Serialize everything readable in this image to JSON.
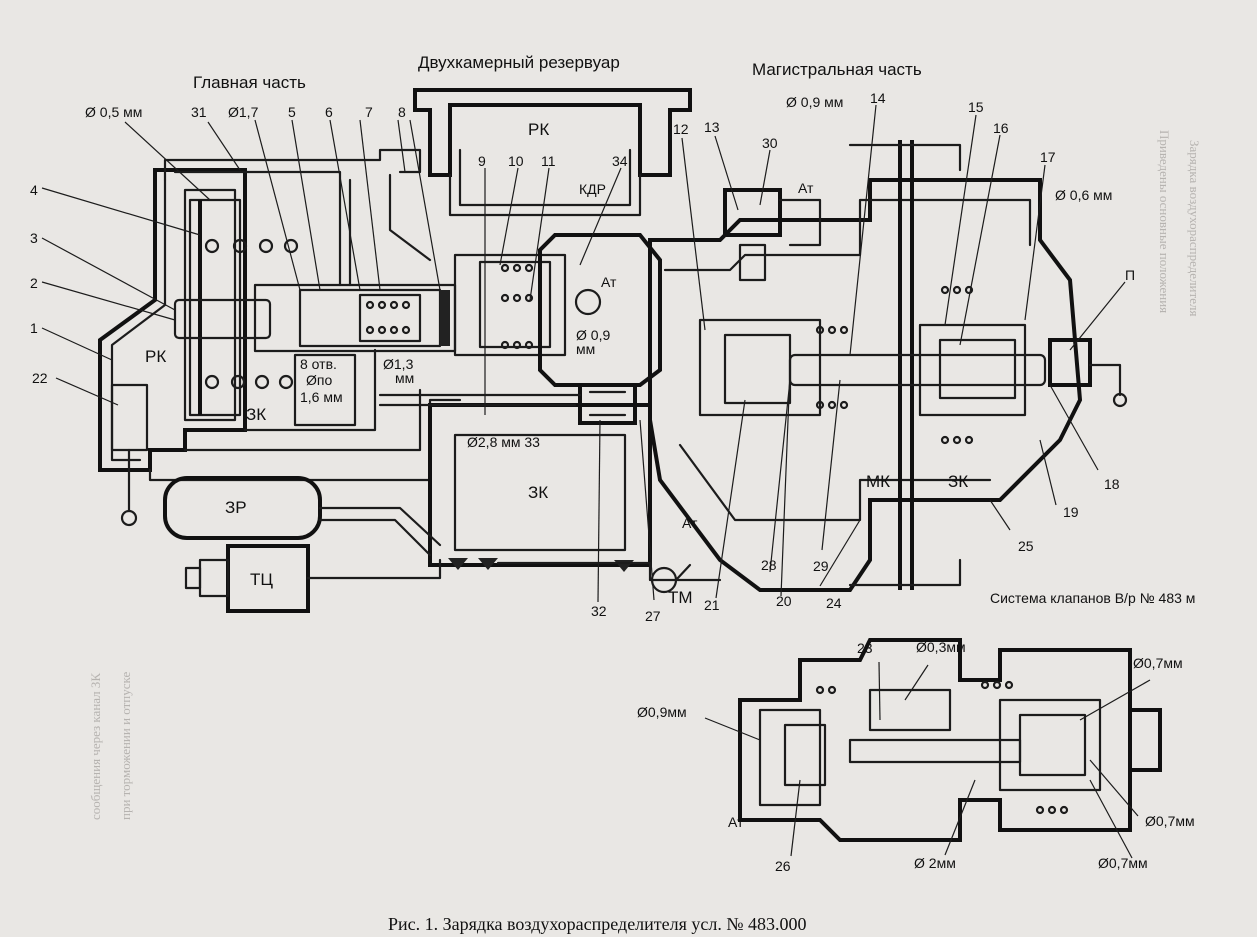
{
  "caption": "Рис. 1. Зарядка воздухораспределителя усл. № 483.000",
  "titles": {
    "main_part": "Главная часть",
    "reservoir": "Двухкамерный резервуар",
    "magistral_part": "Магистральная часть",
    "valve_system": "Система клапанов В/р № 483 м"
  },
  "chambers": {
    "rk_left": "РК",
    "zk_left": "ЗК",
    "rk_top": "РК",
    "kdr": "КДР",
    "zk_center": "ЗК",
    "mk": "МК",
    "zk_right": "ЗК",
    "zr": "ЗР",
    "tc": "ТЦ",
    "tm": "ТМ",
    "at_1": "Ат",
    "at_2": "Ат",
    "at_3": "Ат",
    "at_4": "Ат",
    "p": "П"
  },
  "dimensions": {
    "d05": "Ø 0,5 мм",
    "d17": "Ø1,7",
    "d09_top": "Ø 0,9 мм",
    "d06": "Ø 0,6 мм",
    "d09_mid_a": "Ø 0,9",
    "d09_mid_b": "мм",
    "d13_a": "Ø1,3",
    "d13_b": "мм",
    "holes_a": "8 отв.",
    "holes_b": "Øпо",
    "holes_c": "1,6 мм",
    "d28": "Ø2,8 мм 33",
    "d03": "Ø0,3мм",
    "d07_a": "Ø0,7мм",
    "d09_low": "Ø0,9мм",
    "d07_b": "Ø0,7мм",
    "d2": "Ø 2мм",
    "d07_c": "Ø0,7мм"
  },
  "part_numbers": [
    "31",
    "5",
    "6",
    "7",
    "8",
    "4",
    "3",
    "2",
    "1",
    "22",
    "9",
    "10",
    "11",
    "34",
    "12",
    "13",
    "30",
    "14",
    "15",
    "16",
    "17",
    "18",
    "19",
    "25",
    "24",
    "29",
    "20",
    "28",
    "21",
    "27",
    "32",
    "23",
    "26"
  ],
  "ghost_text": [
    "Приведены основные положения",
    "Зарядка воздухораспределителя",
    "сообщения через канал ЗК",
    "при торможении и отпуске"
  ]
}
